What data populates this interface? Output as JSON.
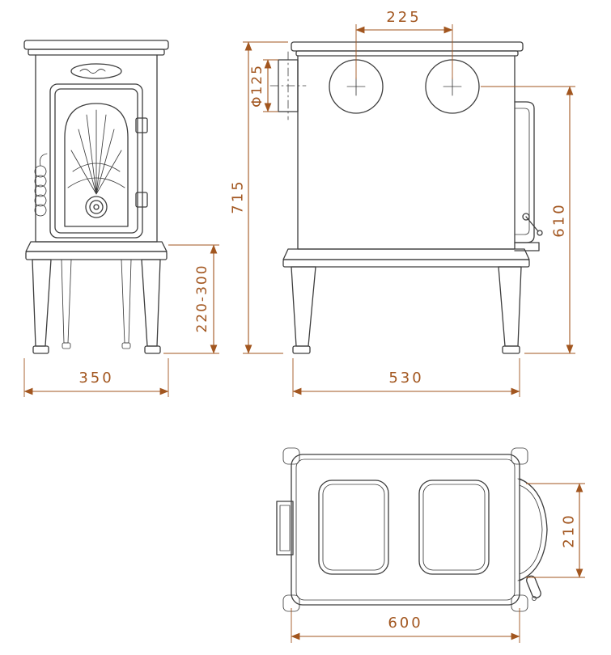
{
  "drawing": {
    "background": "#ffffff",
    "line_color": "#3d3d3d",
    "dimension_color": "#a2561f",
    "views": {
      "front": {
        "dimensions": {
          "leg_height": "220-300",
          "width": "350"
        }
      },
      "side": {
        "dimensions": {
          "flue_spacing": "225",
          "flue_diameter": "Φ125",
          "overall_height": "715",
          "flue_center_height": "610",
          "depth": "530"
        }
      },
      "top": {
        "dimensions": {
          "door_width": "210",
          "length": "600"
        }
      }
    }
  }
}
